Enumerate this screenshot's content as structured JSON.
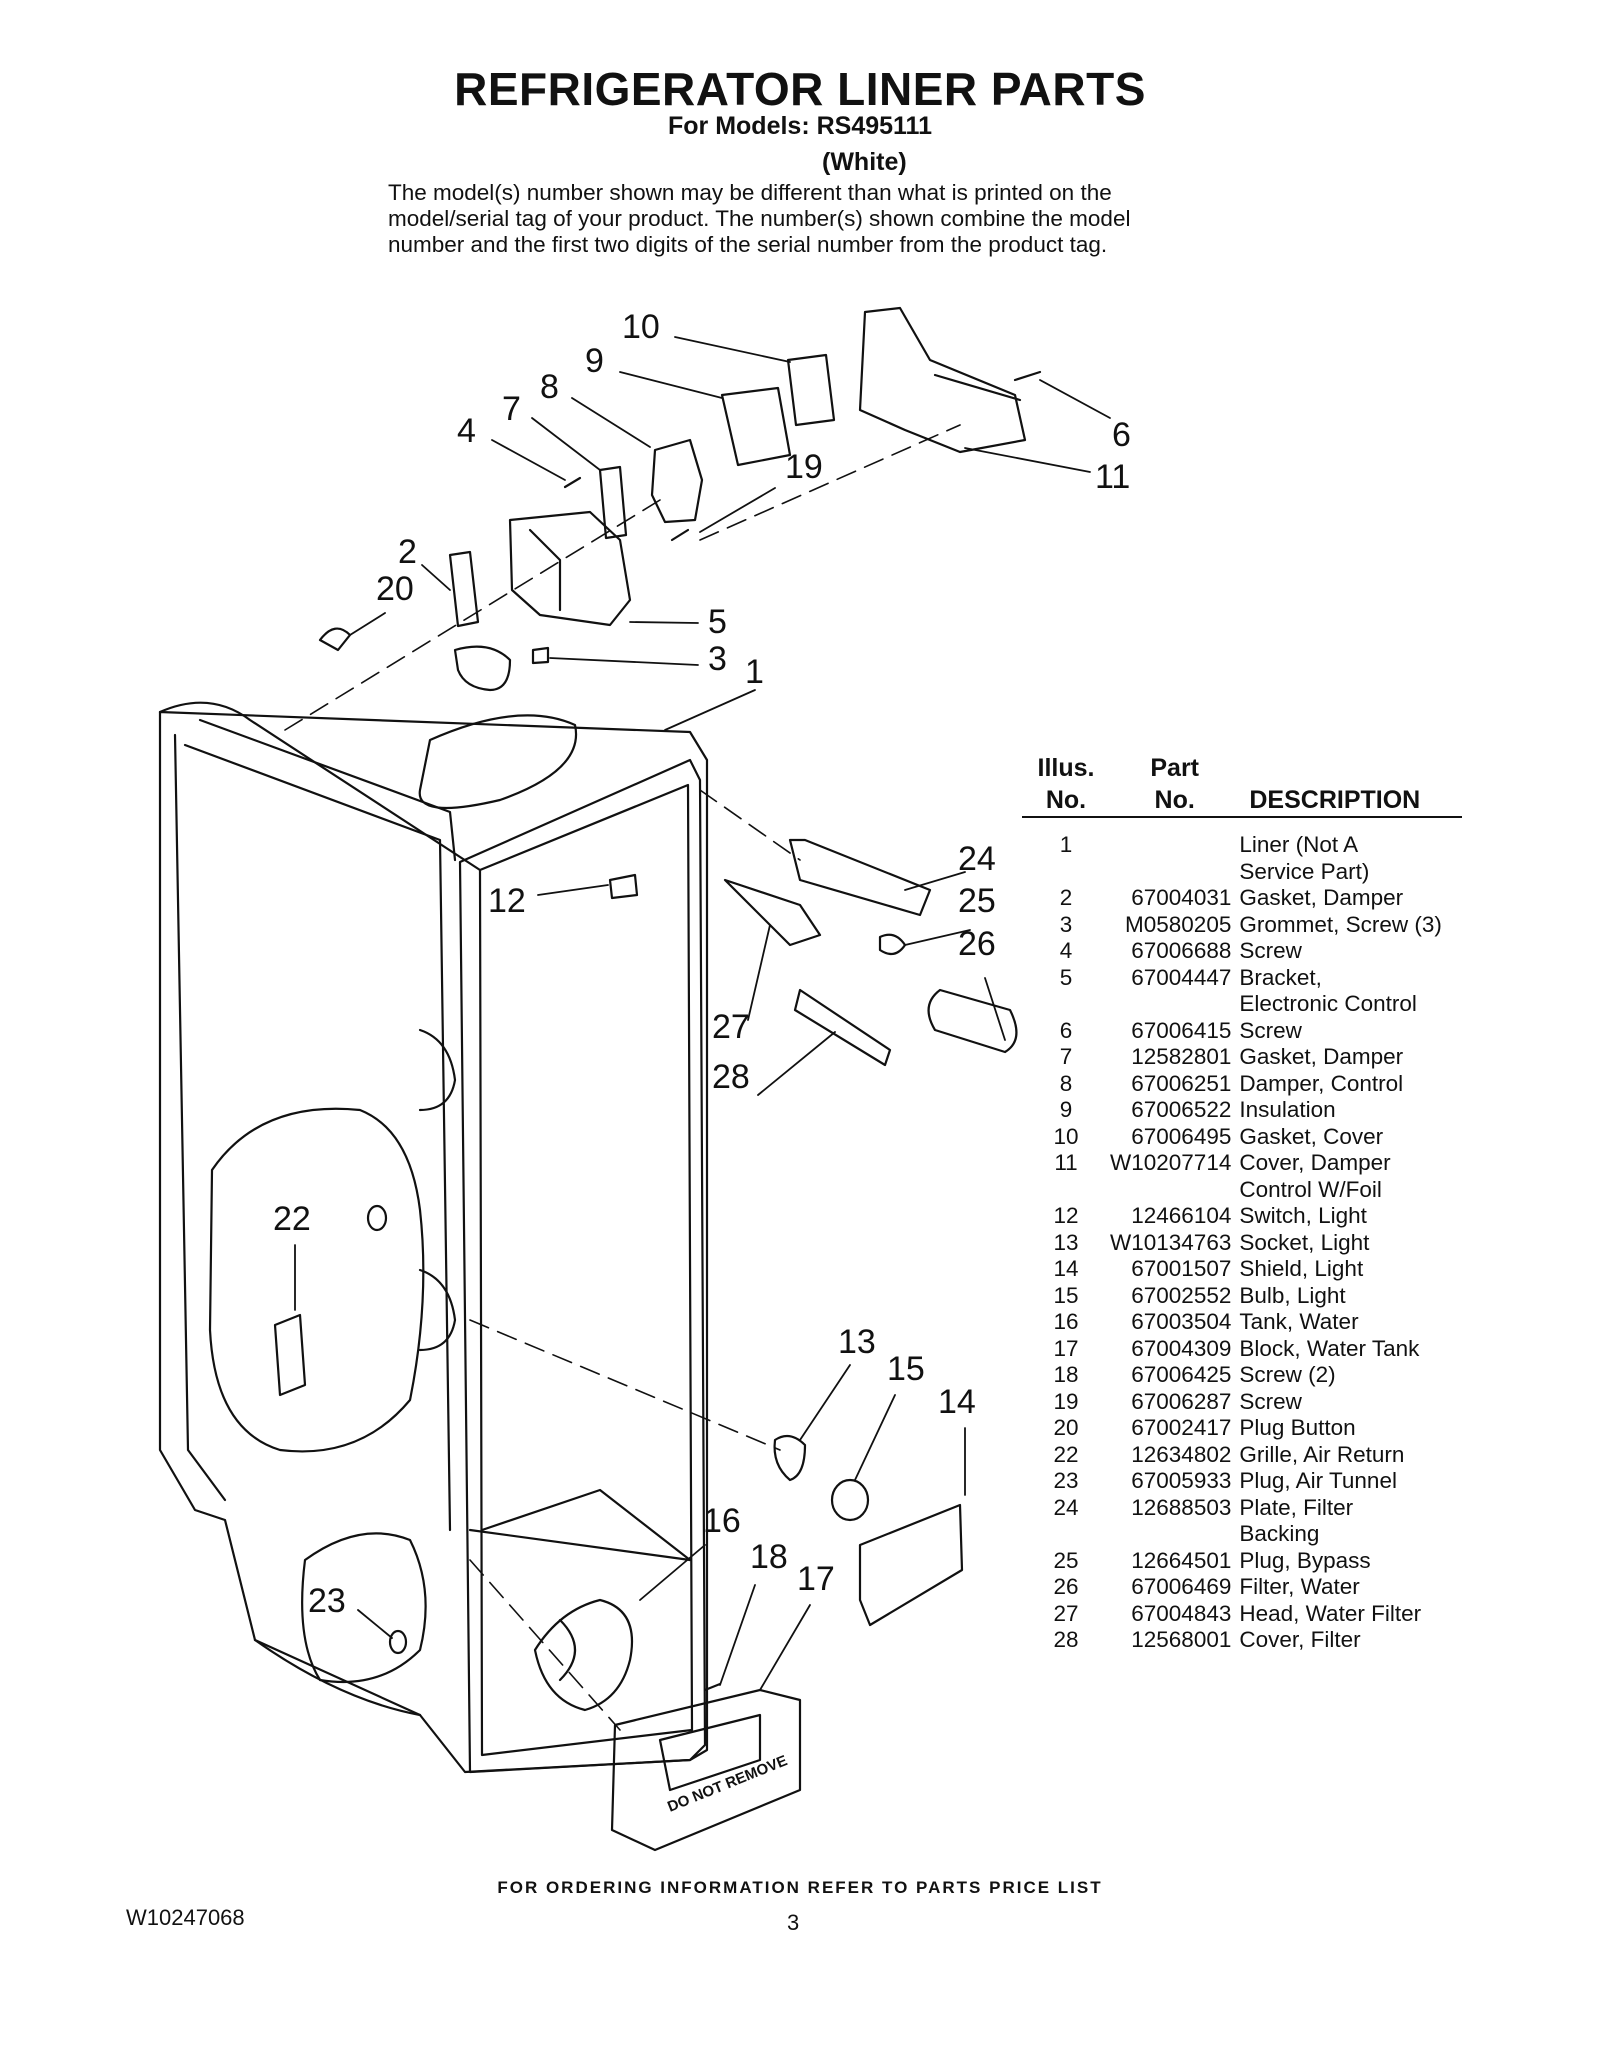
{
  "header": {
    "title": "REFRIGERATOR LINER PARTS",
    "subtitle": "For Models: RS495111",
    "color": "(White)",
    "disclaimer_lines": [
      "The model(s) number shown may be different than what is printed on the",
      "model/serial tag of your product. The number(s) shown combine the model",
      "number and the first two digits of the serial number from the product tag."
    ]
  },
  "diagram": {
    "callouts": [
      "10",
      "9",
      "8",
      "7",
      "4",
      "6",
      "19",
      "11",
      "2",
      "20",
      "5",
      "3",
      "1",
      "12",
      "24",
      "25",
      "26",
      "27",
      "28",
      "22",
      "13",
      "15",
      "14",
      "16",
      "18",
      "17",
      "23"
    ],
    "stamp_text": "DO NOT REMOVE"
  },
  "parts_table": {
    "headers": {
      "illus_line1": "Illus.",
      "illus_line2": "No.",
      "part_line1": "Part",
      "part_line2": "No.",
      "description": "DESCRIPTION"
    },
    "rows": [
      {
        "illus": "1",
        "part": "",
        "desc": "Liner (Not A\nService Part)"
      },
      {
        "illus": "2",
        "part": "67004031",
        "desc": "Gasket, Damper"
      },
      {
        "illus": "3",
        "part": "M0580205",
        "desc": "Grommet, Screw (3)"
      },
      {
        "illus": "4",
        "part": "67006688",
        "desc": "Screw"
      },
      {
        "illus": "5",
        "part": "67004447",
        "desc": "Bracket,\nElectronic Control"
      },
      {
        "illus": "6",
        "part": "67006415",
        "desc": "Screw"
      },
      {
        "illus": "7",
        "part": "12582801",
        "desc": "Gasket, Damper"
      },
      {
        "illus": "8",
        "part": "67006251",
        "desc": "Damper, Control"
      },
      {
        "illus": "9",
        "part": "67006522",
        "desc": "Insulation"
      },
      {
        "illus": "10",
        "part": "67006495",
        "desc": "Gasket, Cover"
      },
      {
        "illus": "11",
        "part": "W10207714",
        "desc": "Cover, Damper\nControl W/Foil"
      },
      {
        "illus": "12",
        "part": "12466104",
        "desc": "Switch, Light"
      },
      {
        "illus": "13",
        "part": "W10134763",
        "desc": "Socket, Light"
      },
      {
        "illus": "14",
        "part": "67001507",
        "desc": "Shield, Light"
      },
      {
        "illus": "15",
        "part": "67002552",
        "desc": "Bulb, Light"
      },
      {
        "illus": "16",
        "part": "67003504",
        "desc": "Tank, Water"
      },
      {
        "illus": "17",
        "part": "67004309",
        "desc": "Block, Water Tank"
      },
      {
        "illus": "18",
        "part": "67006425",
        "desc": "Screw (2)"
      },
      {
        "illus": "19",
        "part": "67006287",
        "desc": "Screw"
      },
      {
        "illus": "20",
        "part": "67002417",
        "desc": "Plug Button"
      },
      {
        "illus": "22",
        "part": "12634802",
        "desc": "Grille, Air Return"
      },
      {
        "illus": "23",
        "part": "67005933",
        "desc": "Plug, Air Tunnel"
      },
      {
        "illus": "24",
        "part": "12688503",
        "desc": "Plate, Filter\nBacking"
      },
      {
        "illus": "25",
        "part": "12664501",
        "desc": "Plug, Bypass"
      },
      {
        "illus": "26",
        "part": "67006469",
        "desc": "Filter, Water"
      },
      {
        "illus": "27",
        "part": "67004843",
        "desc": "Head, Water Filter"
      },
      {
        "illus": "28",
        "part": "12568001",
        "desc": "Cover, Filter"
      }
    ]
  },
  "footer": {
    "note": "FOR ORDERING INFORMATION REFER TO PARTS PRICE LIST",
    "doc_number": "W10247068",
    "page_number": "3"
  }
}
